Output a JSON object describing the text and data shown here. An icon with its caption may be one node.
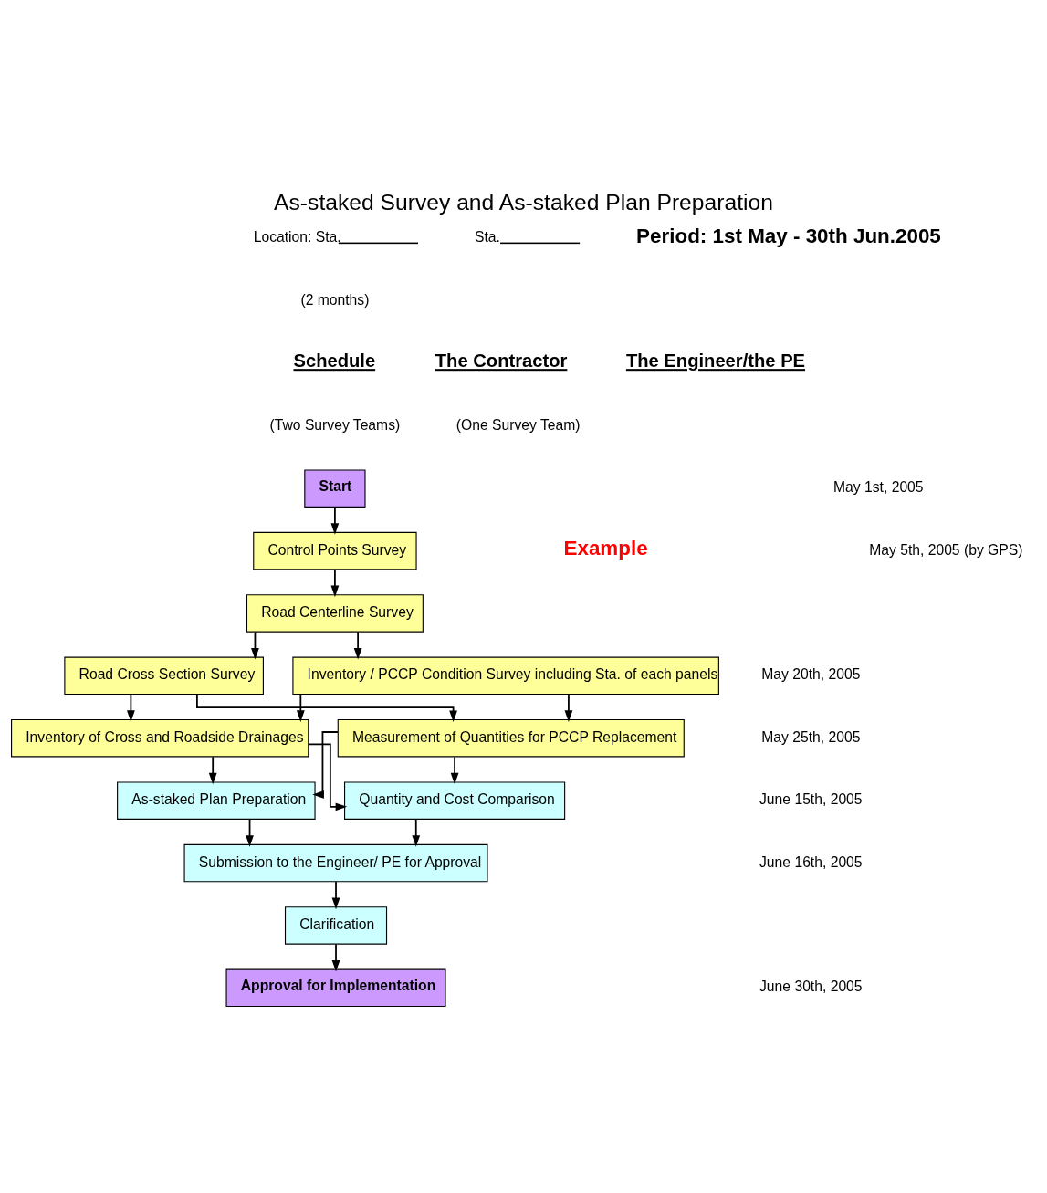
{
  "diagram": {
    "title": "As-staked Survey and As-staked Plan Preparation",
    "nodes": [
      {
        "text": [
          "Start"
        ]
      },
      {
        "text": [
          "Control Points Survey"
        ]
      },
      {
        "text": [
          "Road Centerline Survey"
        ]
      },
      {
        "text": [
          "Road Cross Section Survey"
        ]
      },
      {
        "text": [
          "Inventory / PCCP Condition Survey including Sta. of each panels"
        ]
      },
      {
        "text": [
          "Inventory of Cross and Roadside Drainages"
        ]
      },
      {
        "text": [
          "Measurement of Quantities for PCCP Replacement"
        ]
      },
      {
        "text": [
          "As-staked Plan Preparation"
        ]
      },
      {
        "text": [
          "Quantity and Cost Comparison"
        ]
      },
      {
        "text": [
          "Submission to the Engineer/ PE for Approval"
        ]
      },
      {
        "text": [
          "Clarification"
        ]
      },
      {
        "text": [
          "Approval for Implementation"
        ]
      }
    ],
    "edges": [
      {
        "from": 0,
        "to": 1,
        "arrow": "to"
      },
      {
        "from": 1,
        "to": 2,
        "arrow": "to"
      },
      {
        "from": 2,
        "to": 3,
        "arrow": "to"
      },
      {
        "from": 2,
        "to": 4,
        "arrow": "to"
      },
      {
        "from": 3,
        "to": 5,
        "arrow": "to"
      },
      {
        "from": 3,
        "to": 6,
        "arrow": "to"
      },
      {
        "from": 4,
        "to": 5,
        "arrow": "to"
      },
      {
        "from": 4,
        "to": 6,
        "arrow": "to"
      },
      {
        "from": 5,
        "to": 7,
        "arrow": "to"
      },
      {
        "from": 5,
        "to": 8,
        "arrow": "to"
      },
      {
        "from": 6,
        "to": 7,
        "arrow": "to"
      },
      {
        "from": 6,
        "to": 8,
        "arrow": "to"
      },
      {
        "from": 7,
        "to": 9,
        "arrow": "to"
      },
      {
        "from": 8,
        "to": 9,
        "arrow": "to"
      },
      {
        "from": 9,
        "to": 10,
        "arrow": "to"
      },
      {
        "from": 10,
        "to": 11,
        "arrow": "to"
      }
    ],
    "labels": [
      "Location: Sta.",
      "Sta.",
      "Period: 1st May - 30th Jun.2005",
      "(2 months)",
      "Schedule",
      "The Contractor",
      "The Engineer/the PE",
      "(Two Survey Teams)",
      "(One Survey Team)",
      "Example",
      "May 1st, 2005",
      "May 5th, 2005 (by GPS)",
      "May 20th, 2005",
      "May 25th, 2005",
      "June 15th, 2005",
      "June 16th, 2005",
      "June 30th, 2005"
    ]
  }
}
